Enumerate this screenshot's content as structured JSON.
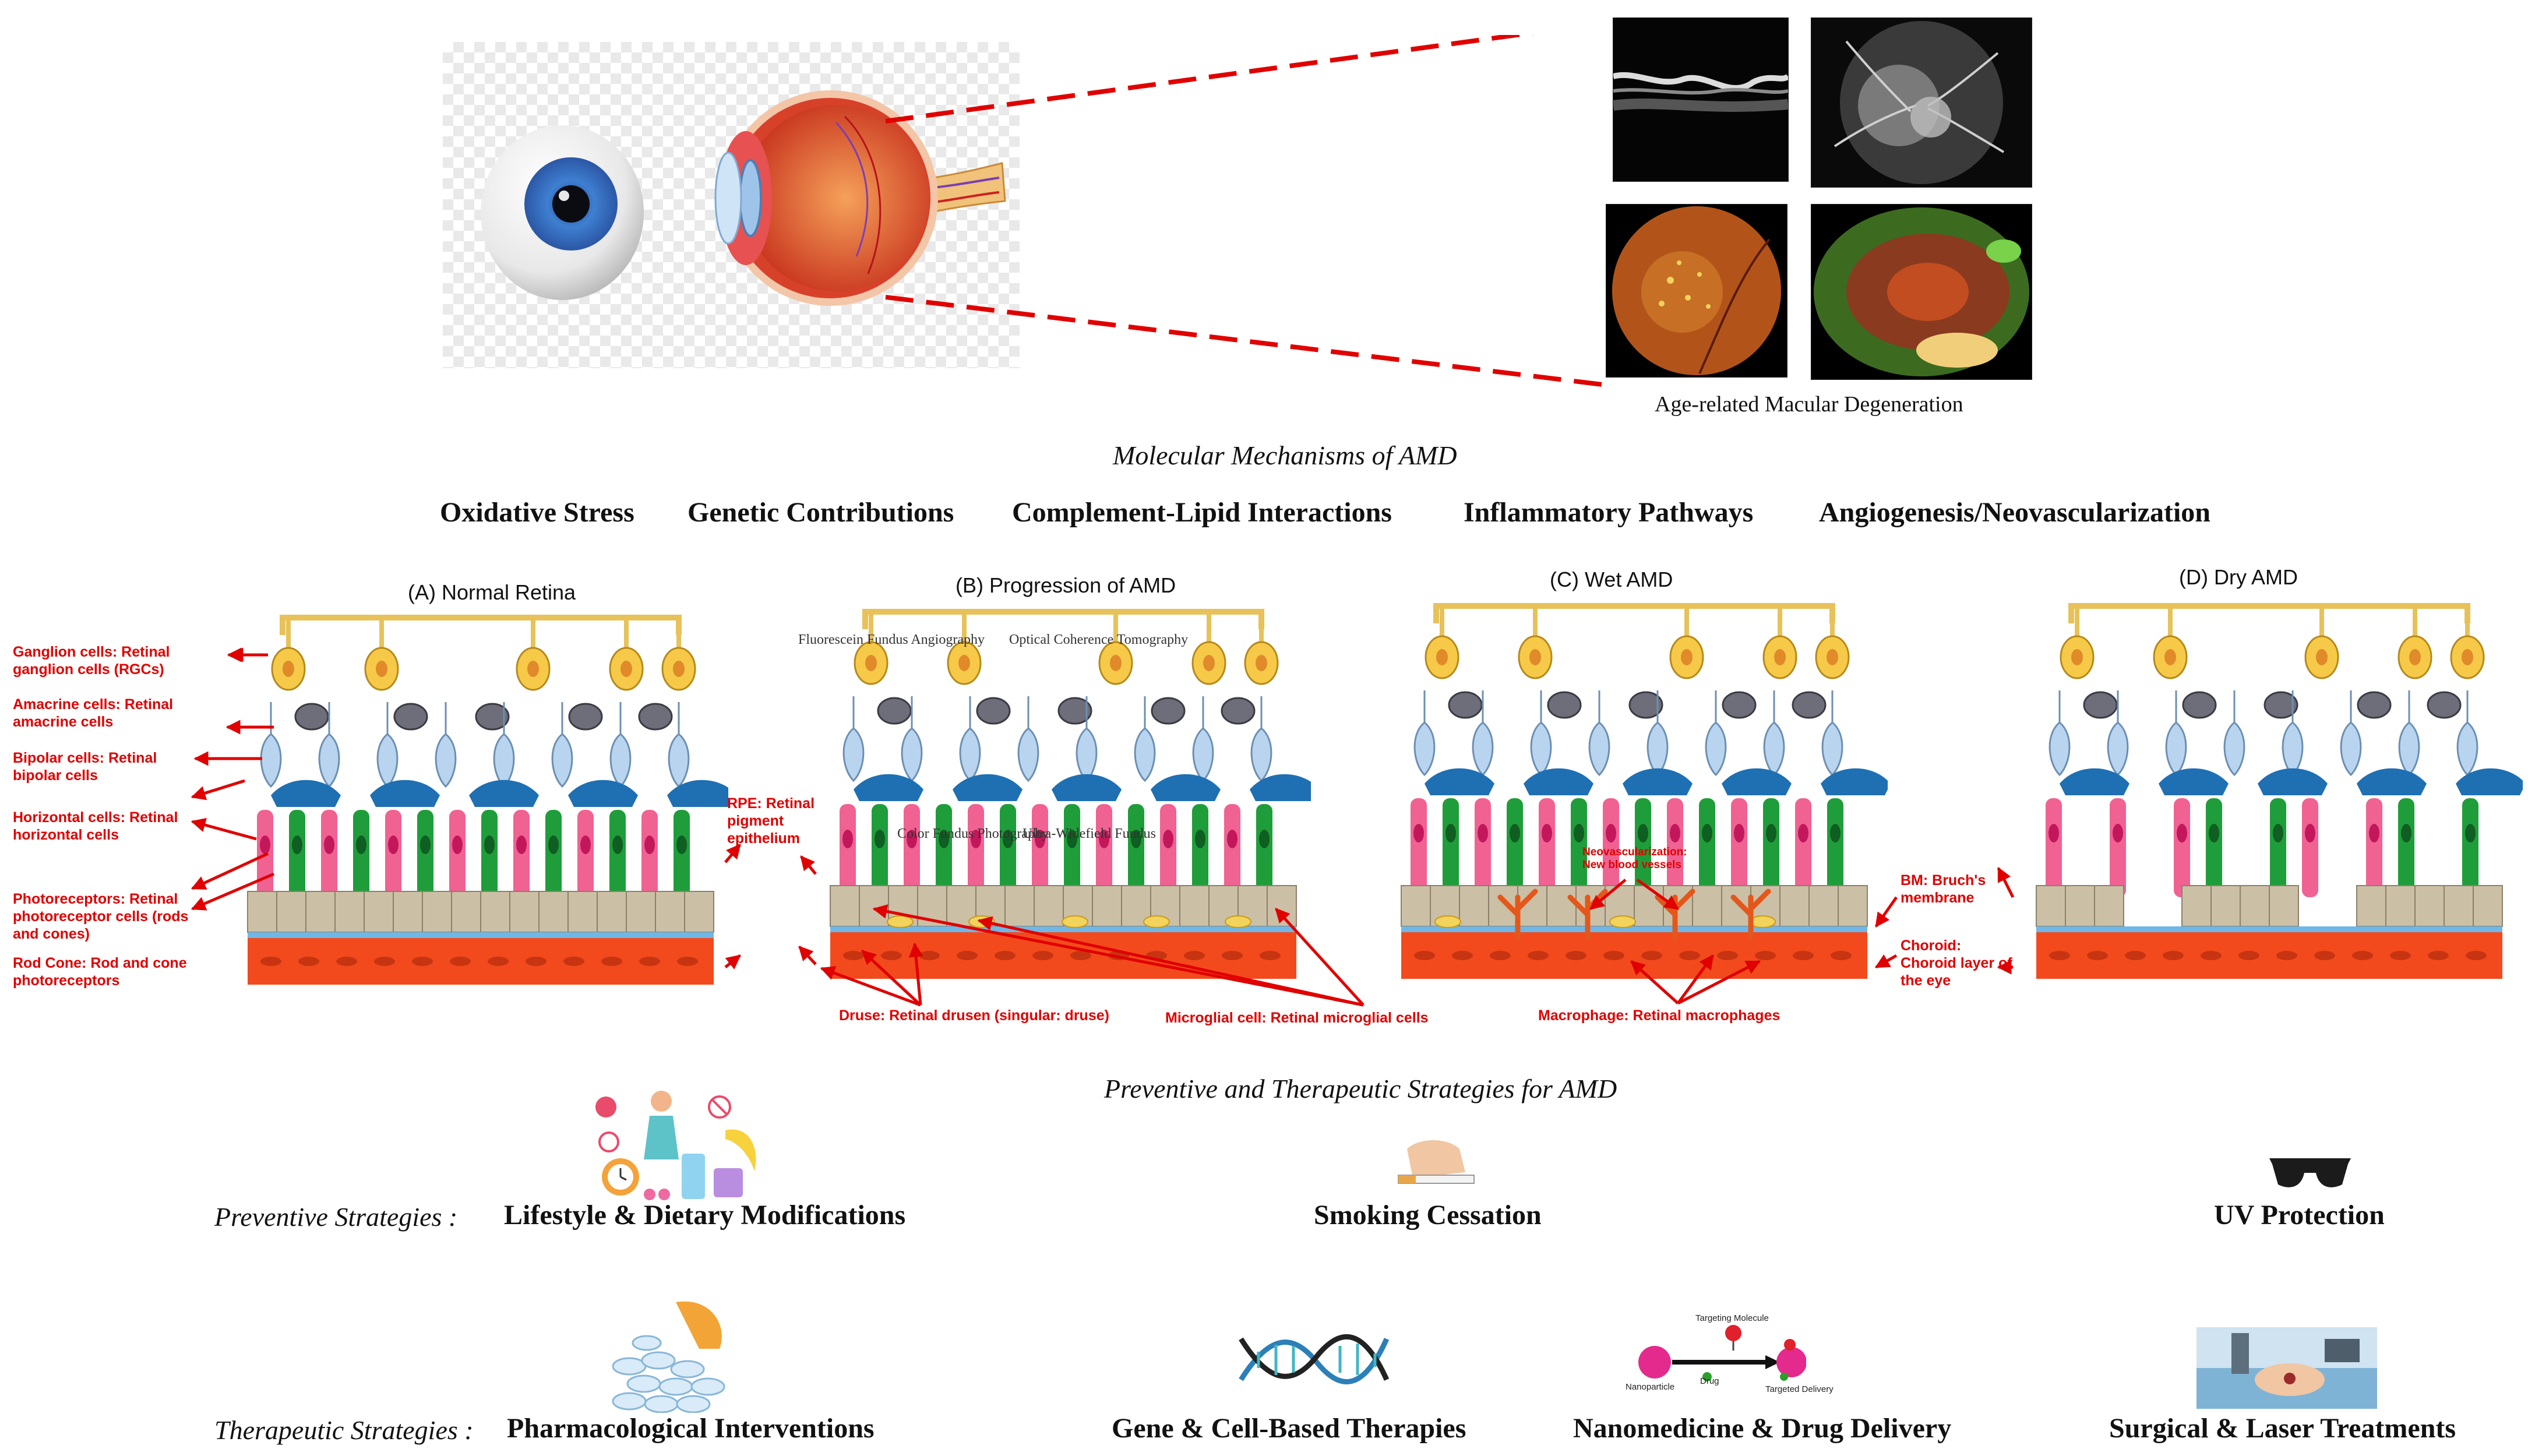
{
  "caption_amd": "Age-related Macular Degeneration",
  "section_mechanisms": "Molecular Mechanisms of AMD",
  "mechanisms": [
    "Oxidative Stress",
    "Genetic Contributions",
    "Complement-Lipid Interactions",
    "Inflammatory Pathways",
    "Angiogenesis/Neovascularization"
  ],
  "panels": {
    "a": "(A) Normal Retina",
    "b": "(B) Progression of AMD",
    "c": "(C) Wet AMD",
    "d": "(D) Dry AMD"
  },
  "left_labels": {
    "ganglion": "Ganglion cells: Retinal ganglion cells (RGCs)",
    "amacrine": "Amacrine cells: Retinal amacrine cells",
    "bipolar": "Bipolar cells: Retinal bipolar cells",
    "horizontal": "Horizontal cells: Retinal horizontal cells",
    "photoreceptors": "Photoreceptors: Retinal photoreceptor cells (rods and cones)",
    "rodcone": "Rod Cone: Rod and cone photoreceptors"
  },
  "rpe_label": "RPE: Retinal pigment epithelium",
  "faint_labels": {
    "fa": "Fluorescein Fundus Angiography",
    "oct": "Optical Coherence Tomography",
    "cfp": "Color Fundus Photography",
    "uwf": "Ultra-Widefield Fundus"
  },
  "bottom_labels": {
    "druse": "Druse: Retinal drusen (singular: druse)",
    "microglia": "Microglial cell: Retinal microglial cells",
    "macrophage": "Macrophage: Retinal macrophages",
    "neovasc": "Neovascularization: New blood vessels"
  },
  "right_labels": {
    "bm": "BM: Bruch's membrane",
    "choroid": "Choroid: Choroid layer of the eye"
  },
  "section_strategies": "Preventive and Therapeutic Strategies for AMD",
  "preventive": {
    "heading": "Preventive Strategies :",
    "items": [
      "Lifestyle & Dietary Modifications",
      "Smoking Cessation",
      "UV Protection"
    ]
  },
  "therapeutic": {
    "heading": "Therapeutic Strategies :",
    "items": [
      "Pharmacological Interventions",
      "Gene & Cell-Based Therapies",
      "Nanomedicine & Drug Delivery",
      "Surgical & Laser Treatments"
    ]
  },
  "nano_labels": {
    "targeting": "Targeting Molecule",
    "nanoparticle": "Nanoparticle",
    "drug": "Drug",
    "delivery": "Targeted Delivery"
  },
  "colors": {
    "red_label": "#e00000",
    "rpe": "#cbbfa6",
    "choroid": "#f24a1d",
    "rod": "#f06292",
    "cone": "#1f9d3a",
    "bipolar": "#b9d4ee",
    "horizontal": "#1f6fb3",
    "ganglion": "#f7c948"
  }
}
